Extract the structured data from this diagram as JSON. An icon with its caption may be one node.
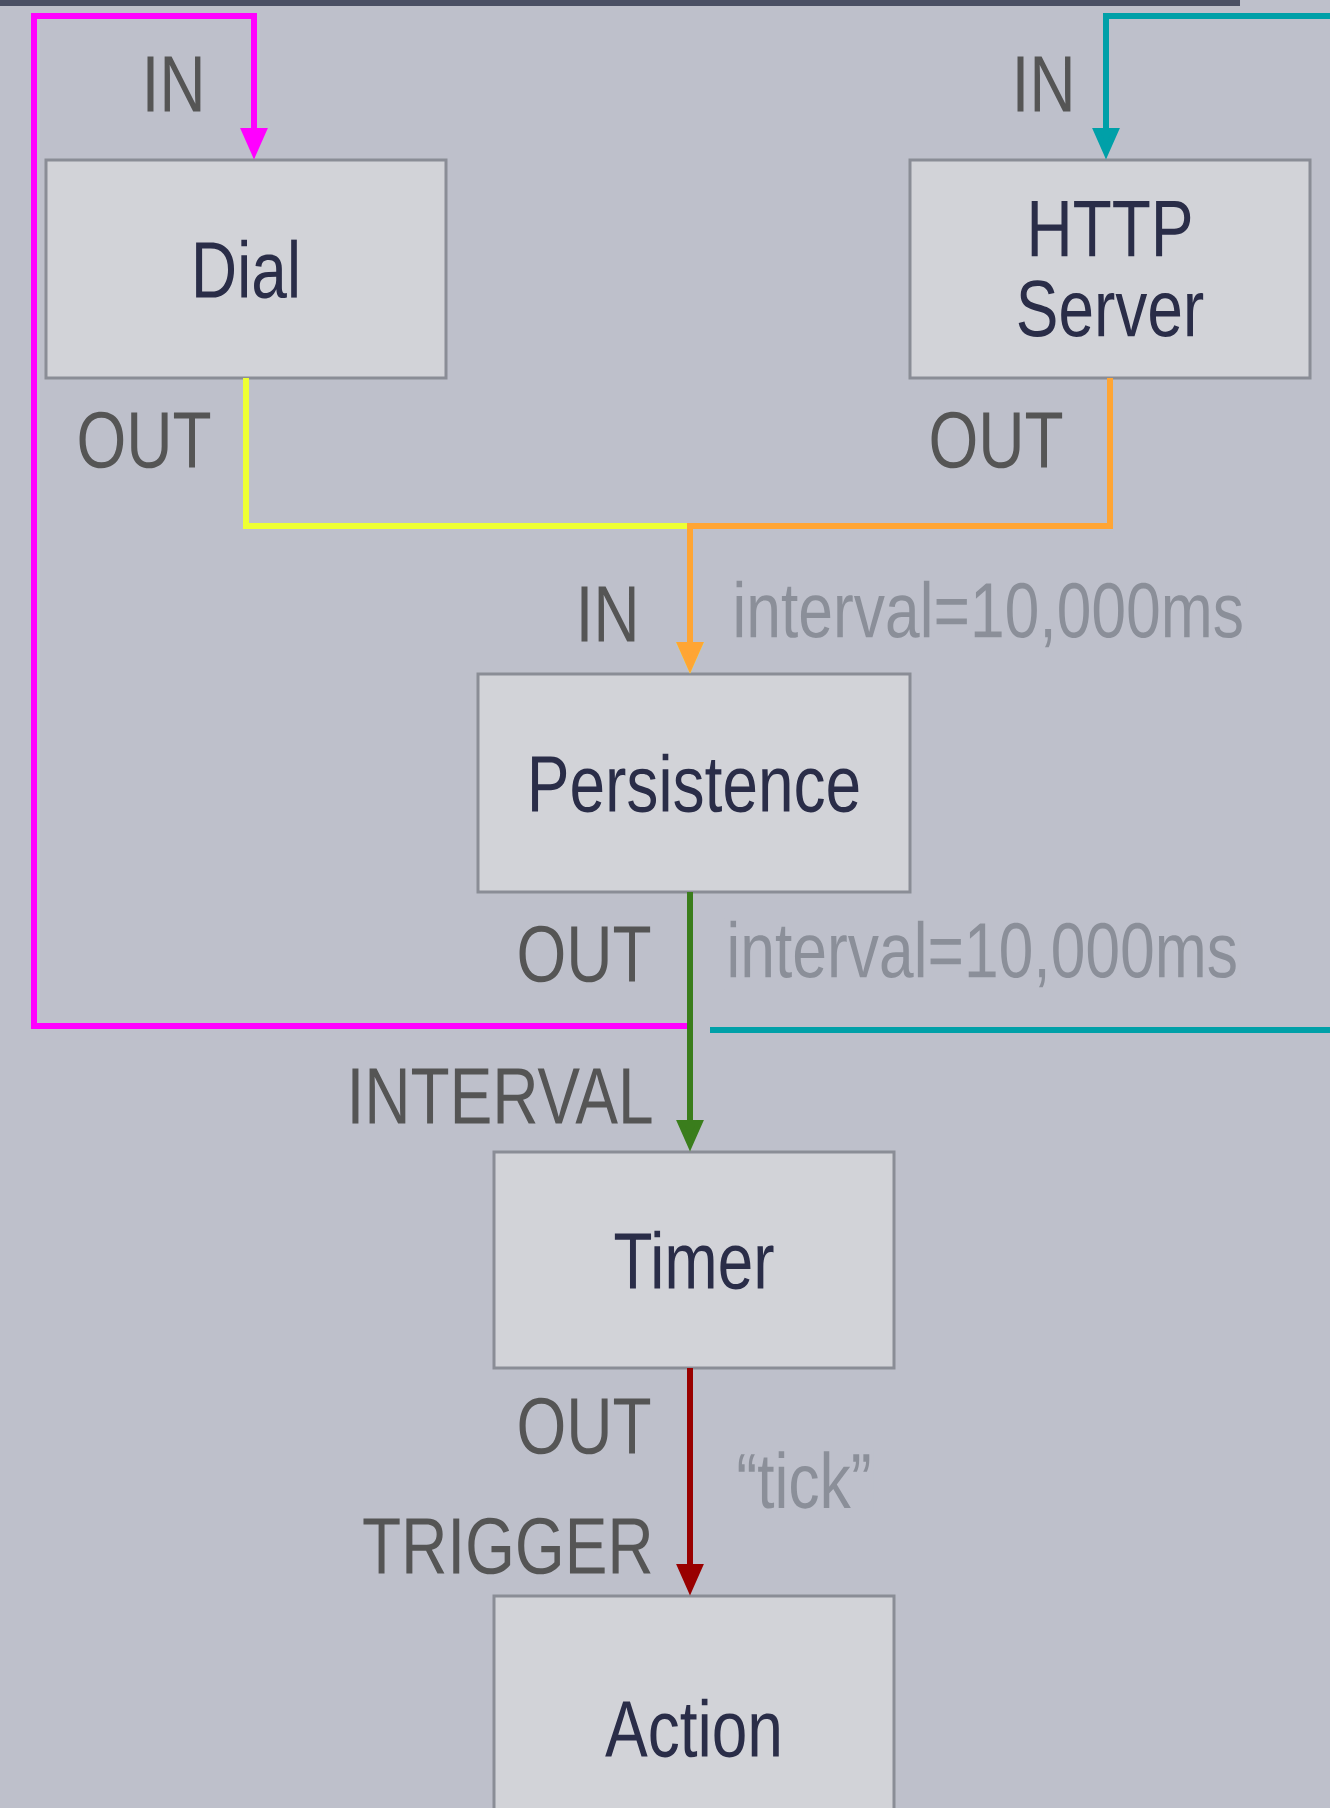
{
  "diagram": {
    "nodes": [
      {
        "text": [
          "Dial"
        ]
      },
      {
        "text": [
          "HTTP Server"
        ]
      },
      {
        "text": [
          "Persistence"
        ]
      },
      {
        "text": [
          "Timer"
        ]
      },
      {
        "text": [
          "Action"
        ]
      }
    ],
    "edges": [
      {
        "from": null,
        "to": 0,
        "arrow": "to",
        "color": "#ff00ff"
      },
      {
        "from": null,
        "to": 1,
        "arrow": "to",
        "color": "#00a0a8"
      },
      {
        "from": 0,
        "to": 2,
        "arrow": "to",
        "color": "#eeff33"
      },
      {
        "from": 1,
        "to": 2,
        "arrow": "to",
        "color": "#ffa534",
        "label": "interval=10,000ms"
      },
      {
        "from": 2,
        "to": 3,
        "arrow": "to",
        "color": "#3a7d1c",
        "label": "interval=10,000ms"
      },
      {
        "from": 3,
        "to": 4,
        "arrow": "to",
        "color": "#990000",
        "label": "“tick”"
      }
    ],
    "labels": [
      "IN",
      "IN",
      "OUT",
      "OUT",
      "IN",
      "OUT",
      "INTERVAL",
      "OUT",
      "TRIGGER"
    ]
  }
}
